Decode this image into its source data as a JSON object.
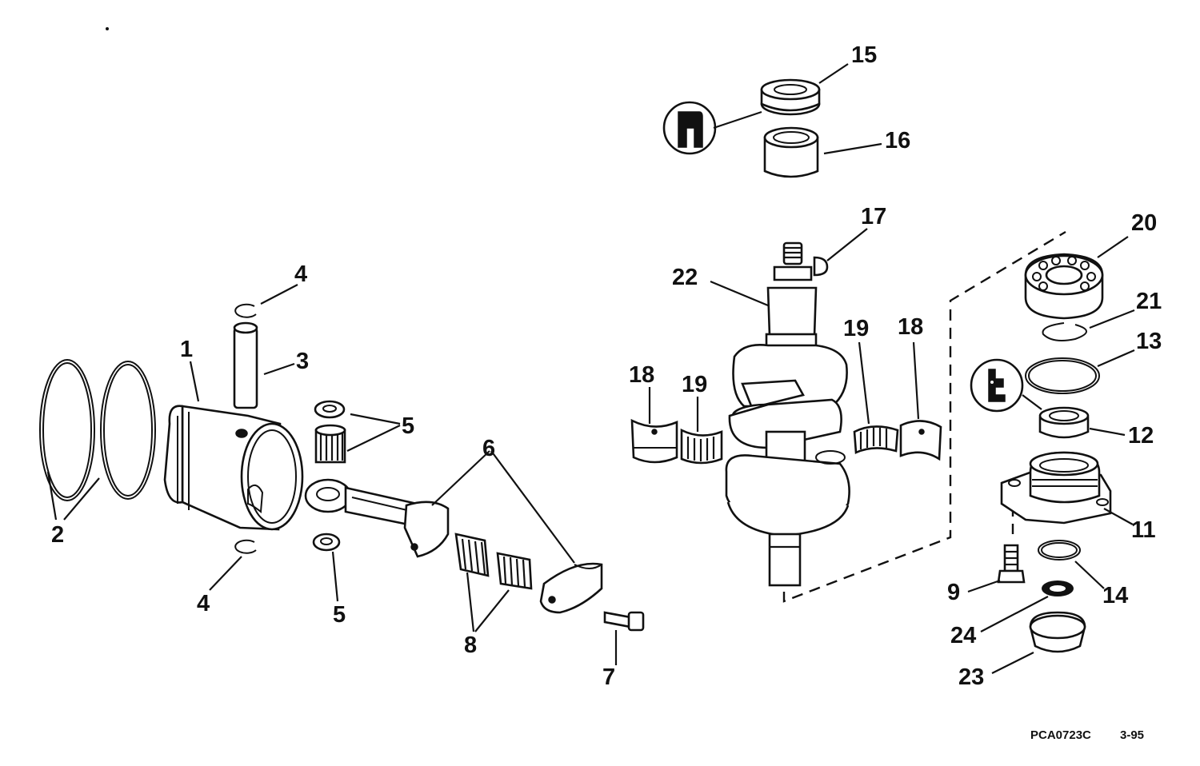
{
  "callouts": {
    "c1": "1",
    "c2": "2",
    "c3": "3",
    "c4a": "4",
    "c4b": "4",
    "c5a": "5",
    "c5b": "5",
    "c6": "6",
    "c7": "7",
    "c8": "8",
    "c9": "9",
    "c11": "11",
    "c12": "12",
    "c13": "13",
    "c14": "14",
    "c15": "15",
    "c16": "16",
    "c17": "17",
    "c18a": "18",
    "c18b": "18",
    "c19a": "19",
    "c19b": "19",
    "c20": "20",
    "c21": "21",
    "c22": "22",
    "c23": "23",
    "c24": "24"
  },
  "footer": {
    "code": "PCA0723C",
    "date": "3-95"
  },
  "icons": [
    "sealant-icon",
    "lubricant-icon"
  ]
}
